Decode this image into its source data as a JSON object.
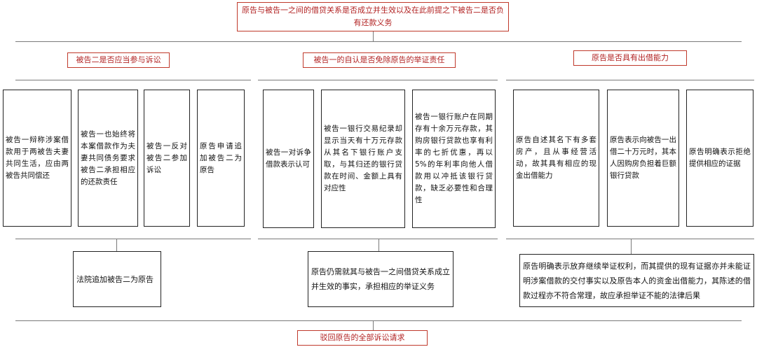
{
  "colors": {
    "accent": "#c0392b",
    "line": "#7a7a7a",
    "box_border": "#222222"
  },
  "top_question": "原告与被告一之间的借贷关系是否成立并生效以及在此前提之下被告二是否负有还款义务",
  "columns": [
    {
      "issue": "被告二是否应当参与诉讼",
      "facts": [
        "被告一辩称涉案借款用于两被告夫妻共同生活，应由两被告共同偿还",
        "被告一也始终将本案借款作为夫妻共同债务要求被告二承担相应的还款责任",
        "被告一反对被告二参加诉讼",
        "原告申请追加被告二为原告"
      ],
      "conclusion": "法院追加被告二为原告"
    },
    {
      "issue": "被告一的自认是否免除原告的举证责任",
      "facts": [
        "被告一对诉争借款表示认可",
        "被告一银行交易纪录却显示当天有十万元存款从其名下银行账户支取，与其归还的银行贷款在时间、金额上具有对应性",
        "被告一银行账户在同期存有十余万元存款，其购房银行贷款也享有利率的七折优惠，再以5%的年利率向他人借款用以冲抵该银行贷款，缺乏必要性和合理性"
      ],
      "conclusion": "原告仍需就其与被告一之间借贷关系成立并生效的事实，承担相应的举证义务"
    },
    {
      "issue": "原告是否具有出借能力",
      "facts": [
        "原告自述其名下有多套房产，且从事经营活动，故其具有相应的现金出借能力",
        "原告表示向被告一出借二十万元时，其本人因购房负担着巨额银行贷款",
        "原告明确表示拒绝提供相应的证据"
      ],
      "conclusion": "原告明确表示放弃继续举证权利，而其提供的现有证据亦并未能证明涉案借款的交付事实以及原告本人的资金出借能力，其陈述的借款过程亦不符合常理，故应承担举证不能的法律后果"
    }
  ],
  "final_result": "驳回原告的全部诉讼请求"
}
